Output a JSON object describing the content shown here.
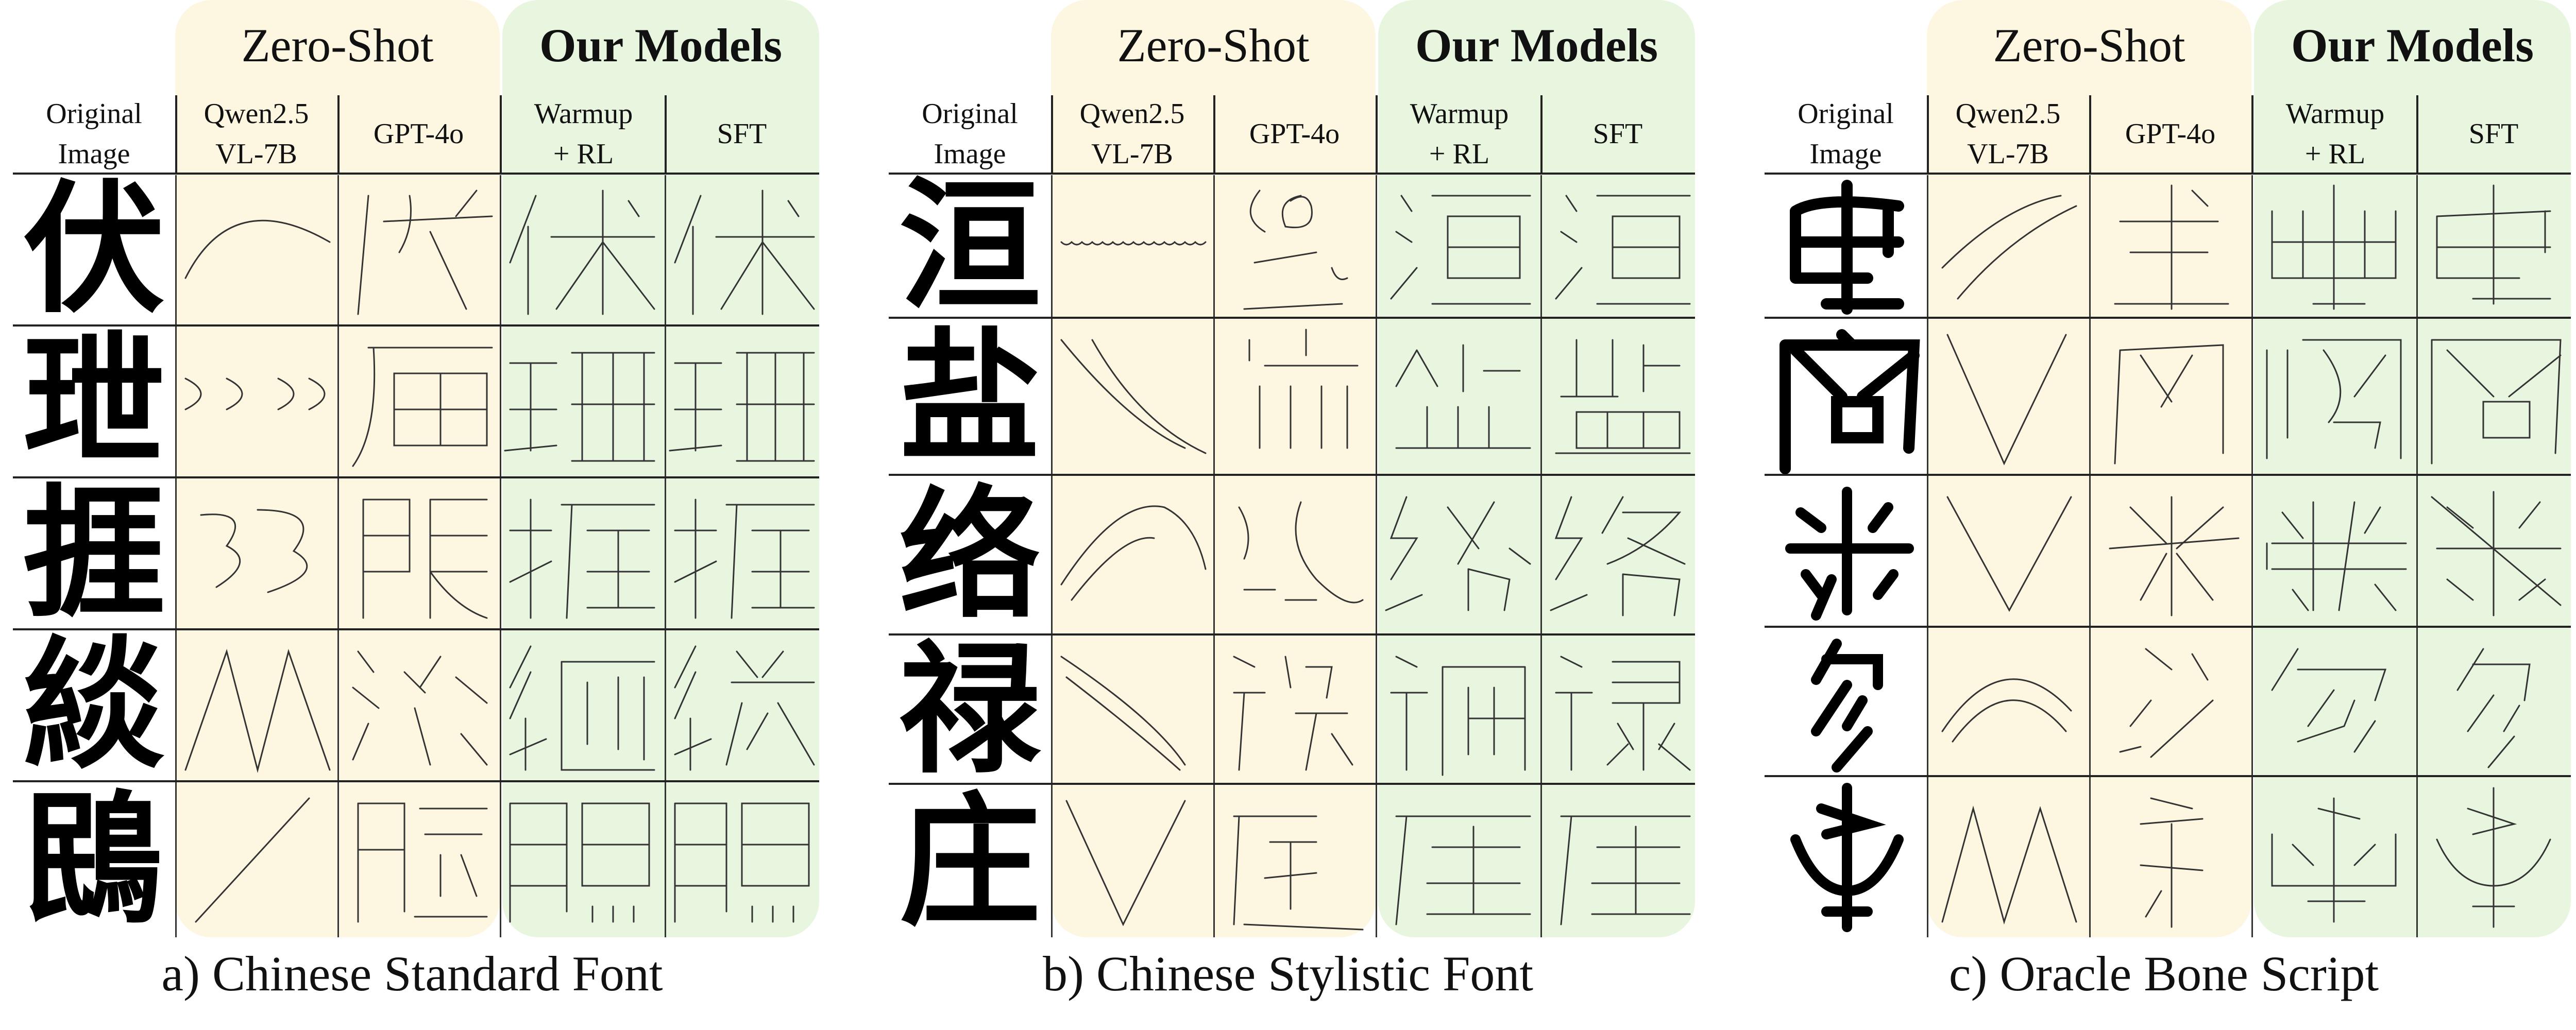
{
  "group_titles": {
    "zero_shot": "Zero-Shot",
    "ours": "Our Models"
  },
  "columns": {
    "original": "Original\nImage",
    "qwen": "Qwen2.5\nVL-7B",
    "gpt": "GPT-4o",
    "warmup": "Warmup\n+ RL",
    "sft": "SFT"
  },
  "panels": [
    {
      "caption": "a) Chinese Standard Font",
      "characters": [
        "伏",
        "玴",
        "捱",
        "緂",
        "鴖"
      ]
    },
    {
      "caption": "b) Chinese Stylistic Font",
      "characters": [
        "洹",
        "盐",
        "络",
        "禄",
        "庄"
      ]
    },
    {
      "caption": "c) Oracle Bone Script",
      "characters": [
        "",
        "",
        "",
        "",
        ""
      ]
    }
  ]
}
